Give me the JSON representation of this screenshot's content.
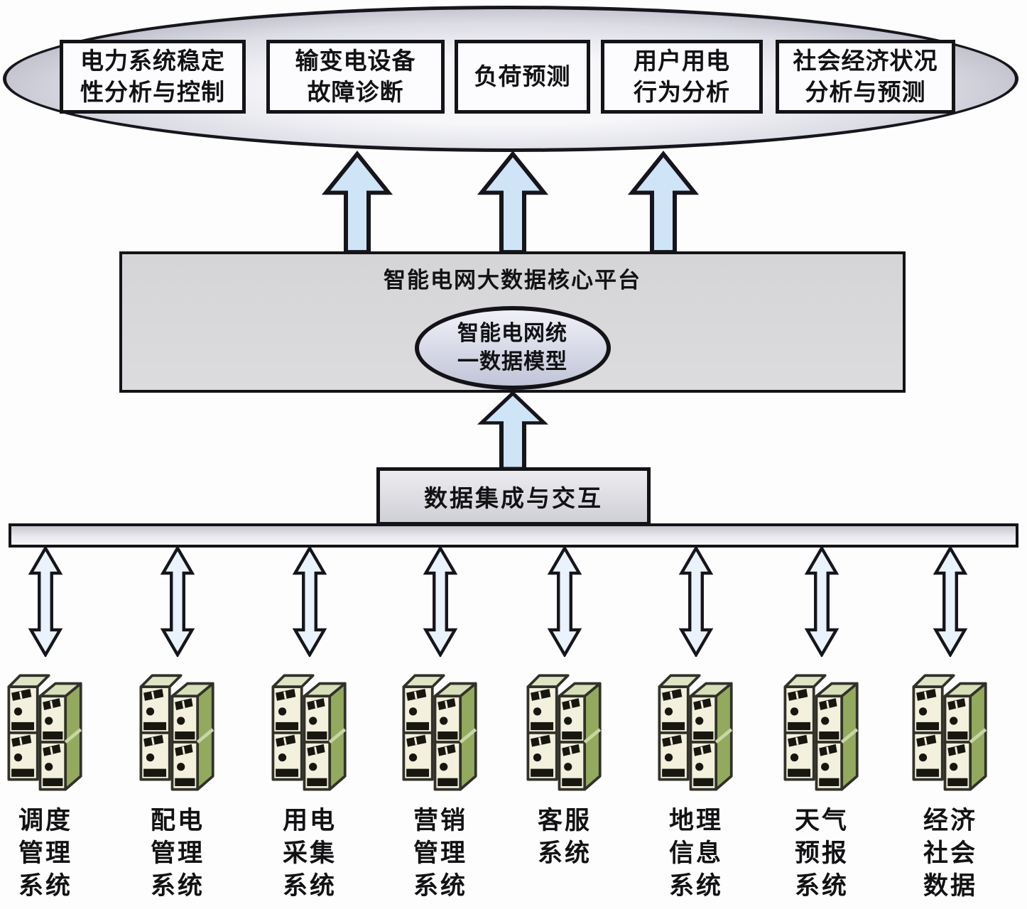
{
  "applications": [
    {
      "label": "电力系统稳定\n性分析与控制"
    },
    {
      "label": "输变电设备\n故障诊断"
    },
    {
      "label": "负荷预测"
    },
    {
      "label": "用户用电\n行为分析"
    },
    {
      "label": "社会经济状况\n分析与预测"
    }
  ],
  "platform": {
    "title": "智能电网大数据核心平台",
    "model_label": "智能电网统\n一数据模型"
  },
  "integration": {
    "label": "数据集成与交互"
  },
  "source_systems": [
    {
      "label": "调度\n管理\n系统"
    },
    {
      "label": "配电\n管理\n系统"
    },
    {
      "label": "用电\n采集\n系统"
    },
    {
      "label": "营销\n管理\n系统"
    },
    {
      "label": "客服\n系统"
    },
    {
      "label": "地理\n信息\n系统"
    },
    {
      "label": "天气\n预报\n系统"
    },
    {
      "label": "经济\n社会\n数据"
    }
  ],
  "icons": {
    "up-arrow-icon": "⬆",
    "double-arrow-icon": "⬍",
    "server-stack-icon": "🖳"
  },
  "colors": {
    "up_arrow_fill": "#cfe4f7",
    "double_arrow_fill": "#eaf2fb",
    "outline": "#131318",
    "ellipse_rim": "#969aa6",
    "node_fill": "#fcfcfe",
    "platform_fill": "#d5d4d7",
    "server_front": "#f3f1de",
    "server_side": "#93aa5e",
    "server_top": "#dce3c2"
  }
}
